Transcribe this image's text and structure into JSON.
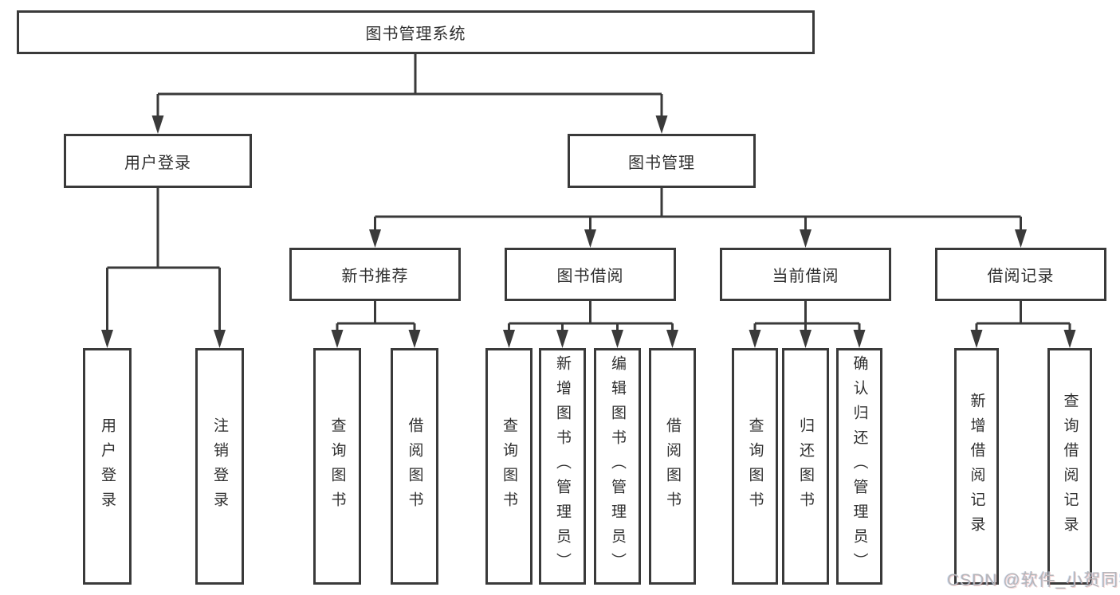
{
  "diagram": {
    "tree": {
      "label": "图书管理系统",
      "children": [
        {
          "label": "用户登录",
          "children": [
            {
              "label": "用户登录"
            },
            {
              "label": "注销登录"
            }
          ]
        },
        {
          "label": "图书管理",
          "children": [
            {
              "label": "新书推荐",
              "children": [
                {
                  "label": "查询图书"
                },
                {
                  "label": "借阅图书"
                }
              ]
            },
            {
              "label": "图书借阅",
              "children": [
                {
                  "label": "查询图书"
                },
                {
                  "label": "新增图书（管理员）"
                },
                {
                  "label": "编辑图书（管理员）"
                },
                {
                  "label": "借阅图书"
                }
              ]
            },
            {
              "label": "当前借阅",
              "children": [
                {
                  "label": "查询图书"
                },
                {
                  "label": "归还图书"
                },
                {
                  "label": "确认归还（管理员）"
                }
              ]
            },
            {
              "label": "借阅记录",
              "children": [
                {
                  "label": "新增借阅记录"
                },
                {
                  "label": "查询借阅记录"
                }
              ]
            }
          ]
        }
      ]
    },
    "colors": {
      "line": "#3a3a3a",
      "text": "#2f2f2f",
      "box_background": "#ffffff"
    }
  },
  "watermark": {
    "text": "CSDN @软件_小贺同学"
  }
}
